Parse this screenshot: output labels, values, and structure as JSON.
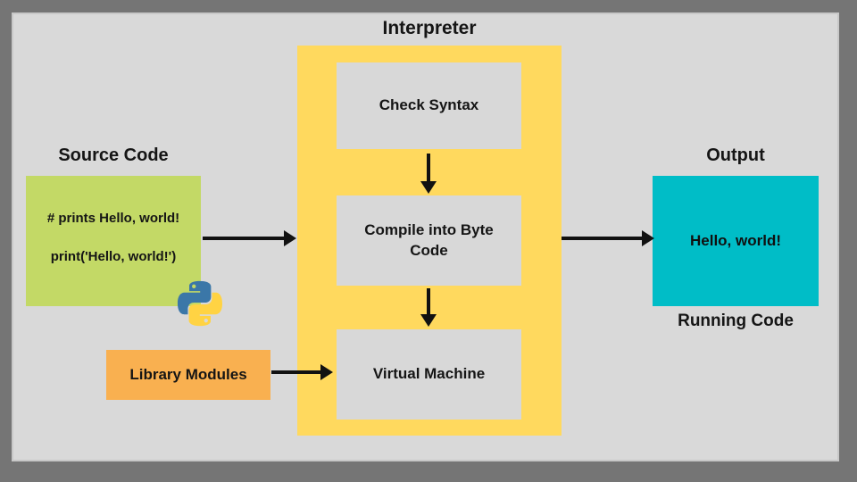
{
  "diagram": {
    "interpreter": {
      "title": "Interpreter",
      "steps": [
        {
          "label": "Check Syntax"
        },
        {
          "label": "Compile into Byte Code"
        },
        {
          "label": "Virtual Machine"
        }
      ]
    },
    "source": {
      "heading": "Source Code",
      "code_lines": [
        "# prints Hello, world!",
        "print('Hello, world!')"
      ]
    },
    "library": {
      "label": "Library Modules"
    },
    "output": {
      "heading": "Output",
      "result": "Hello, world!",
      "caption": "Running Code"
    },
    "icons": {
      "python": "python-logo"
    }
  },
  "colors": {
    "frame": "#757575",
    "canvas": "#d9d9d9",
    "interpreter_container": "#ffd95e",
    "step_box": "#d8d8d8",
    "source_box": "#c3d966",
    "library_box": "#f9b050",
    "output_box": "#00bdc7",
    "arrow": "#111111",
    "text": "#151515",
    "python_blue": "#3b77a8",
    "python_yellow": "#ffd343"
  }
}
